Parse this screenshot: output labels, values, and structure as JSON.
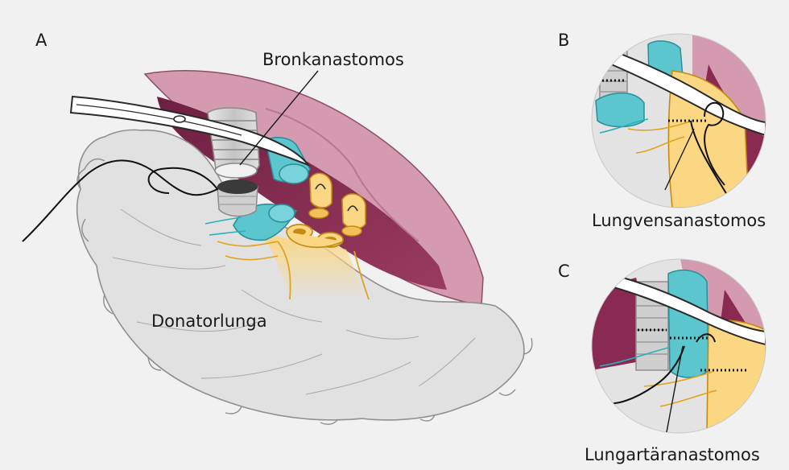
{
  "panels": {
    "a": {
      "letter": "A"
    },
    "b": {
      "letter": "B"
    },
    "c": {
      "letter": "C"
    }
  },
  "labels": {
    "bronchial": "Bronkanastomos",
    "donor_lung": "Donatorlunga",
    "pulmonary_vein": "Lungvensanastomos",
    "pulmonary_artery": "Lungartäranastomos"
  },
  "colors": {
    "background": "#f1f1f2",
    "pleura_pink": "#d49ab0",
    "cavity_dark": "#86294f",
    "artery_teal": "#5cc6cf",
    "vein_yellow": "#fbd784",
    "lung_grey": "#e1e1e1",
    "bronchus_grey": "#c8c8c8"
  }
}
